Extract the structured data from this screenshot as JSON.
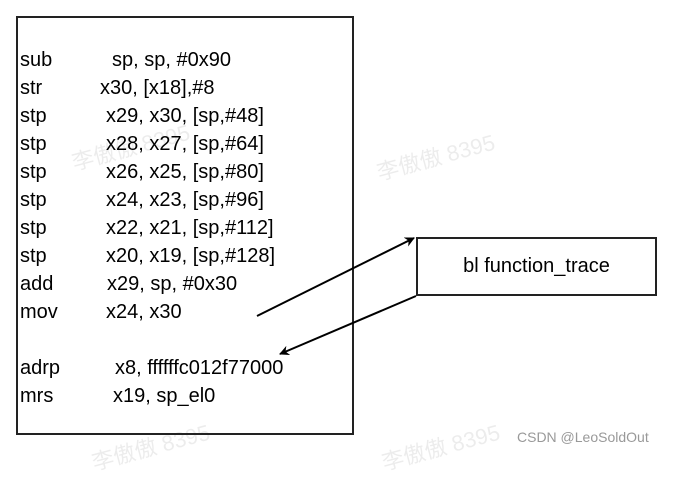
{
  "code_block": {
    "lines": [
      {
        "op": "sub",
        "args": "sp, sp, #0x90"
      },
      {
        "op": "str",
        "args": "x30, [x18],#8"
      },
      {
        "op": "stp",
        "args": "x29, x30, [sp,#48]"
      },
      {
        "op": "stp",
        "args": "x28, x27, [sp,#64]"
      },
      {
        "op": "stp",
        "args": "x26, x25, [sp,#80]"
      },
      {
        "op": "stp",
        "args": "x24, x23, [sp,#96]"
      },
      {
        "op": "stp",
        "args": "x22, x21, [sp,#112]"
      },
      {
        "op": "stp",
        "args": "x20, x19, [sp,#128]"
      },
      {
        "op": "add",
        "args": "x29, sp, #0x30"
      },
      {
        "op": "mov",
        "args": "x24, x30"
      },
      {
        "op": "adrp",
        "args": "x8, ffffffc012f77000"
      },
      {
        "op": "mrs",
        "args": "x19, sp_el0"
      }
    ]
  },
  "function_box": {
    "label": "bl function_trace"
  },
  "watermark": "李傲傲 8395",
  "credit": "CSDN @LeoSoldOut"
}
